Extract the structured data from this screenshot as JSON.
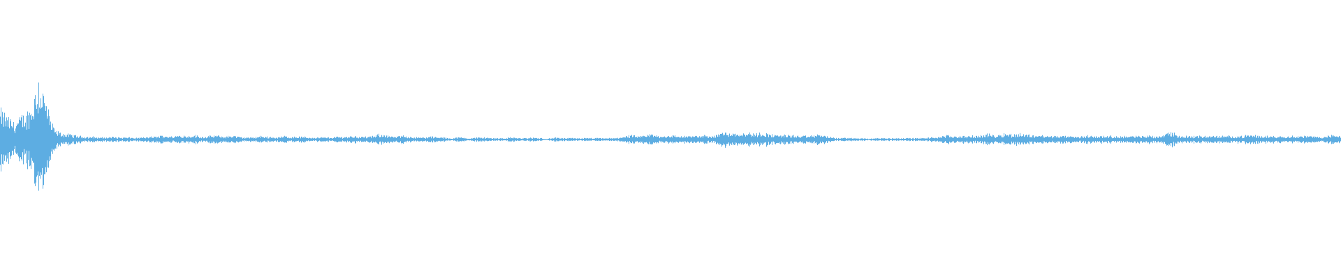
{
  "waveform": {
    "color": "#5dade2",
    "background": "#ffffff",
    "amplitude_envelope": [
      0.42,
      0.35,
      0.3,
      0.24,
      0.3,
      0.35,
      0.4,
      0.55,
      0.92,
      0.78,
      0.5,
      0.22,
      0.12,
      0.09,
      0.08,
      0.07,
      0.06,
      0.05,
      0.04,
      0.04,
      0.04,
      0.03,
      0.03,
      0.03,
      0.04,
      0.03,
      0.03,
      0.03,
      0.03,
      0.02,
      0.03,
      0.03,
      0.04,
      0.04,
      0.05,
      0.06,
      0.05,
      0.04,
      0.06,
      0.06,
      0.05,
      0.06,
      0.06,
      0.04,
      0.04,
      0.05,
      0.06,
      0.05,
      0.04,
      0.05,
      0.06,
      0.04,
      0.03,
      0.03,
      0.03,
      0.04,
      0.05,
      0.04,
      0.04,
      0.03,
      0.04,
      0.05,
      0.04,
      0.04,
      0.04,
      0.04,
      0.03,
      0.03,
      0.03,
      0.03,
      0.03,
      0.03,
      0.04,
      0.04,
      0.04,
      0.05,
      0.05,
      0.04,
      0.04,
      0.04,
      0.05,
      0.07,
      0.08,
      0.06,
      0.04,
      0.04,
      0.06,
      0.05,
      0.04,
      0.03,
      0.03,
      0.03,
      0.04,
      0.04,
      0.03,
      0.03,
      0.02,
      0.02,
      0.03,
      0.03,
      0.02,
      0.02,
      0.03,
      0.03,
      0.03,
      0.02,
      0.02,
      0.02,
      0.02,
      0.03,
      0.03,
      0.02,
      0.02,
      0.02,
      0.03,
      0.02,
      0.02,
      0.01,
      0.02,
      0.03,
      0.02,
      0.02,
      0.02,
      0.02,
      0.02,
      0.02,
      0.02,
      0.02,
      0.02,
      0.02,
      0.02,
      0.02,
      0.02,
      0.04,
      0.05,
      0.06,
      0.05,
      0.04,
      0.06,
      0.08,
      0.07,
      0.05,
      0.05,
      0.06,
      0.06,
      0.05,
      0.05,
      0.05,
      0.05,
      0.05,
      0.05,
      0.06,
      0.05,
      0.06,
      0.09,
      0.11,
      0.1,
      0.09,
      0.1,
      0.1,
      0.1,
      0.09,
      0.08,
      0.1,
      0.09,
      0.08,
      0.06,
      0.07,
      0.07,
      0.06,
      0.06,
      0.05,
      0.05,
      0.05,
      0.06,
      0.07,
      0.07,
      0.05,
      0.03,
      0.02,
      0.02,
      0.03,
      0.02,
      0.02,
      0.02,
      0.02,
      0.01,
      0.02,
      0.02,
      0.02,
      0.02,
      0.02,
      0.02,
      0.02,
      0.02,
      0.02,
      0.02,
      0.02,
      0.02,
      0.03,
      0.03,
      0.04,
      0.05,
      0.06,
      0.05,
      0.05,
      0.05,
      0.05,
      0.05,
      0.05,
      0.06,
      0.08,
      0.07,
      0.06,
      0.07,
      0.09,
      0.08,
      0.07,
      0.09,
      0.08,
      0.07,
      0.06,
      0.07,
      0.06,
      0.05,
      0.05,
      0.05,
      0.05,
      0.05,
      0.05,
      0.04,
      0.04,
      0.05,
      0.06,
      0.05,
      0.05,
      0.05,
      0.06,
      0.05,
      0.04,
      0.05,
      0.05,
      0.05,
      0.05,
      0.05,
      0.05,
      0.06,
      0.05,
      0.05,
      0.06,
      0.12,
      0.1,
      0.06,
      0.05,
      0.05,
      0.05,
      0.05,
      0.05,
      0.05,
      0.05,
      0.05,
      0.05,
      0.05,
      0.05,
      0.05,
      0.05,
      0.05,
      0.06,
      0.06,
      0.06,
      0.05,
      0.05,
      0.05,
      0.05,
      0.05,
      0.05,
      0.05,
      0.05,
      0.05,
      0.05,
      0.05,
      0.05,
      0.04,
      0.04,
      0.05,
      0.06,
      0.06,
      0.06
    ]
  }
}
